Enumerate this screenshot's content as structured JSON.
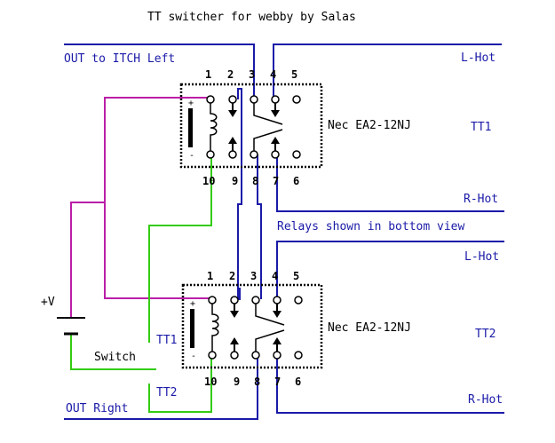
{
  "title": "TT switcher for webby by Salas",
  "labels": {
    "out_itch_left": "OUT to ITCH Left",
    "out_right": "OUT Right",
    "relays_note": "Relays shown in bottom view",
    "plus_v": "+V",
    "switch": "Switch",
    "tt1_switch": "TT1",
    "tt2_switch": "TT2"
  },
  "relays": [
    {
      "part": "Nec EA2-12NJ",
      "channel": "TT1",
      "top_pins": [
        "1",
        "2",
        "3",
        "4",
        "5"
      ],
      "bottom_pins": [
        "10",
        "9",
        "8",
        "7",
        "6"
      ],
      "l_hot": "L-Hot",
      "r_hot": "R-Hot",
      "coil_plus": "+",
      "coil_minus": "-"
    },
    {
      "part": "Nec EA2-12NJ",
      "channel": "TT2",
      "top_pins": [
        "1",
        "2",
        "3",
        "4",
        "5"
      ],
      "bottom_pins": [
        "10",
        "9",
        "8",
        "7",
        "6"
      ],
      "l_hot": "L-Hot",
      "r_hot": "R-Hot",
      "coil_plus": "+",
      "coil_minus": "-"
    }
  ],
  "colors": {
    "audio_wire": "#1a1aa8",
    "switch_wire": "#33cc11",
    "power_wire": "#bb1ea8",
    "text": "#000000"
  }
}
